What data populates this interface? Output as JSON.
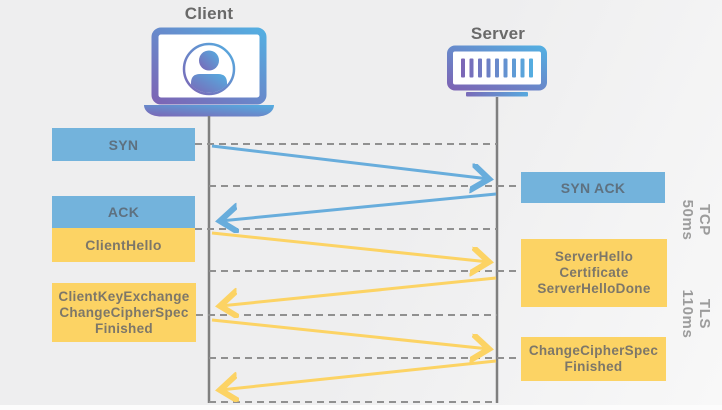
{
  "actors": {
    "client": {
      "label": "Client",
      "icon": "laptop-user-icon"
    },
    "server": {
      "label": "Server",
      "icon": "server-rack-icon"
    }
  },
  "messages": [
    {
      "id": "syn",
      "from": "client",
      "to": "server",
      "protocol": "TCP",
      "label": "SYN"
    },
    {
      "id": "syn-ack",
      "from": "server",
      "to": "client",
      "protocol": "TCP",
      "label": "SYN ACK"
    },
    {
      "id": "ack",
      "from": "client",
      "to": "server",
      "protocol": "TCP",
      "label": "ACK"
    },
    {
      "id": "client-hello",
      "from": "client",
      "to": "server",
      "protocol": "TLS",
      "label": "ClientHello"
    },
    {
      "id": "server-hello",
      "from": "server",
      "to": "client",
      "protocol": "TLS",
      "lines": [
        "ServerHello",
        "Certificate",
        "ServerHelloDone"
      ]
    },
    {
      "id": "client-key-exchange",
      "from": "client",
      "to": "server",
      "protocol": "TLS",
      "lines": [
        "ClientKeyExchange",
        "ChangeCipherSpec",
        "Finished"
      ]
    },
    {
      "id": "change-cipher-spec",
      "from": "server",
      "to": "client",
      "protocol": "TLS",
      "lines": [
        "ChangeCipherSpec",
        "Finished"
      ]
    }
  ],
  "phases": {
    "tcp": {
      "protocol": "TCP",
      "duration": "50ms"
    },
    "tls": {
      "protocol": "TLS",
      "duration": "110ms"
    }
  },
  "colors": {
    "background": "#efeff0",
    "tcp_blue": "#73b3dc",
    "tls_yellow": "#fcd364",
    "lifeline_gray": "#7f7f7f",
    "dashed_gray": "#909090",
    "title_gray": "#696969",
    "phase_label_gray": "#9c9c9c",
    "gradient_purple": "#7c65b5",
    "gradient_blue": "#54aee1"
  }
}
